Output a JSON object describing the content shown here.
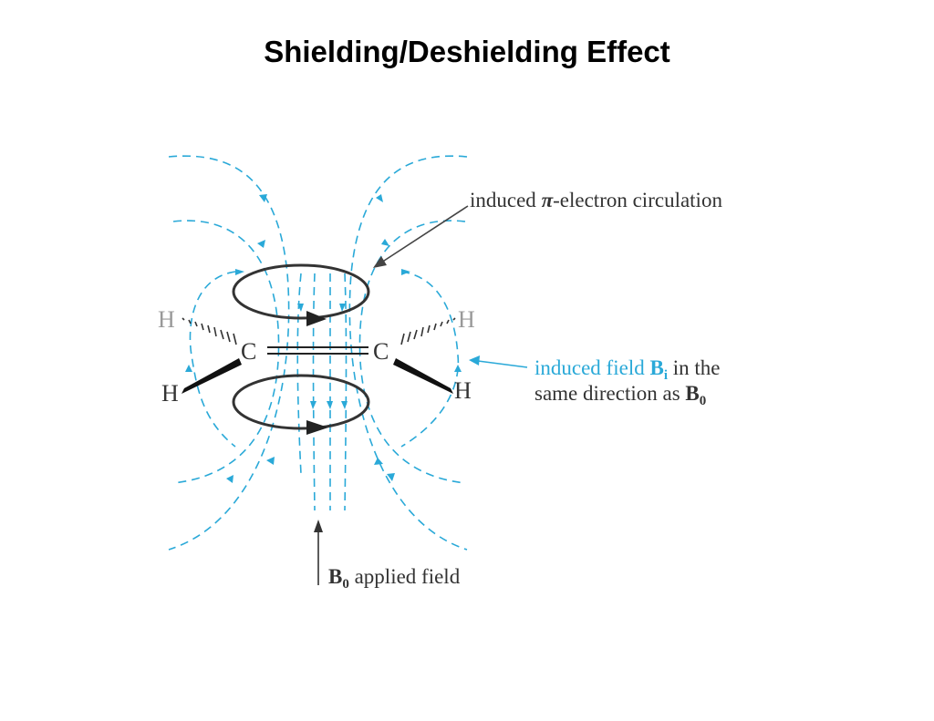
{
  "title": "Shielding/Deshielding Effect",
  "atoms": {
    "carbon_left": "C",
    "carbon_right": "C",
    "h_top_left": "H",
    "h_bottom_left": "H",
    "h_top_right": "H",
    "h_bottom_right": "H"
  },
  "labels": {
    "circulation_pre": "induced ",
    "circulation_pi": "π",
    "circulation_post": "-electron circulation",
    "induced_pre": "induced field ",
    "induced_b": "B",
    "induced_sub": "i",
    "induced_post": " in the",
    "same_direction": "same direction as ",
    "same_b": "B",
    "same_sub": "0",
    "applied_b": "B",
    "applied_sub": "0",
    "applied_text": " applied field"
  },
  "colors": {
    "field_lines": "#2aa9d8",
    "induced_label": "#2aa9d8",
    "text": "#333333",
    "grey_hydrogen": "#999999"
  }
}
